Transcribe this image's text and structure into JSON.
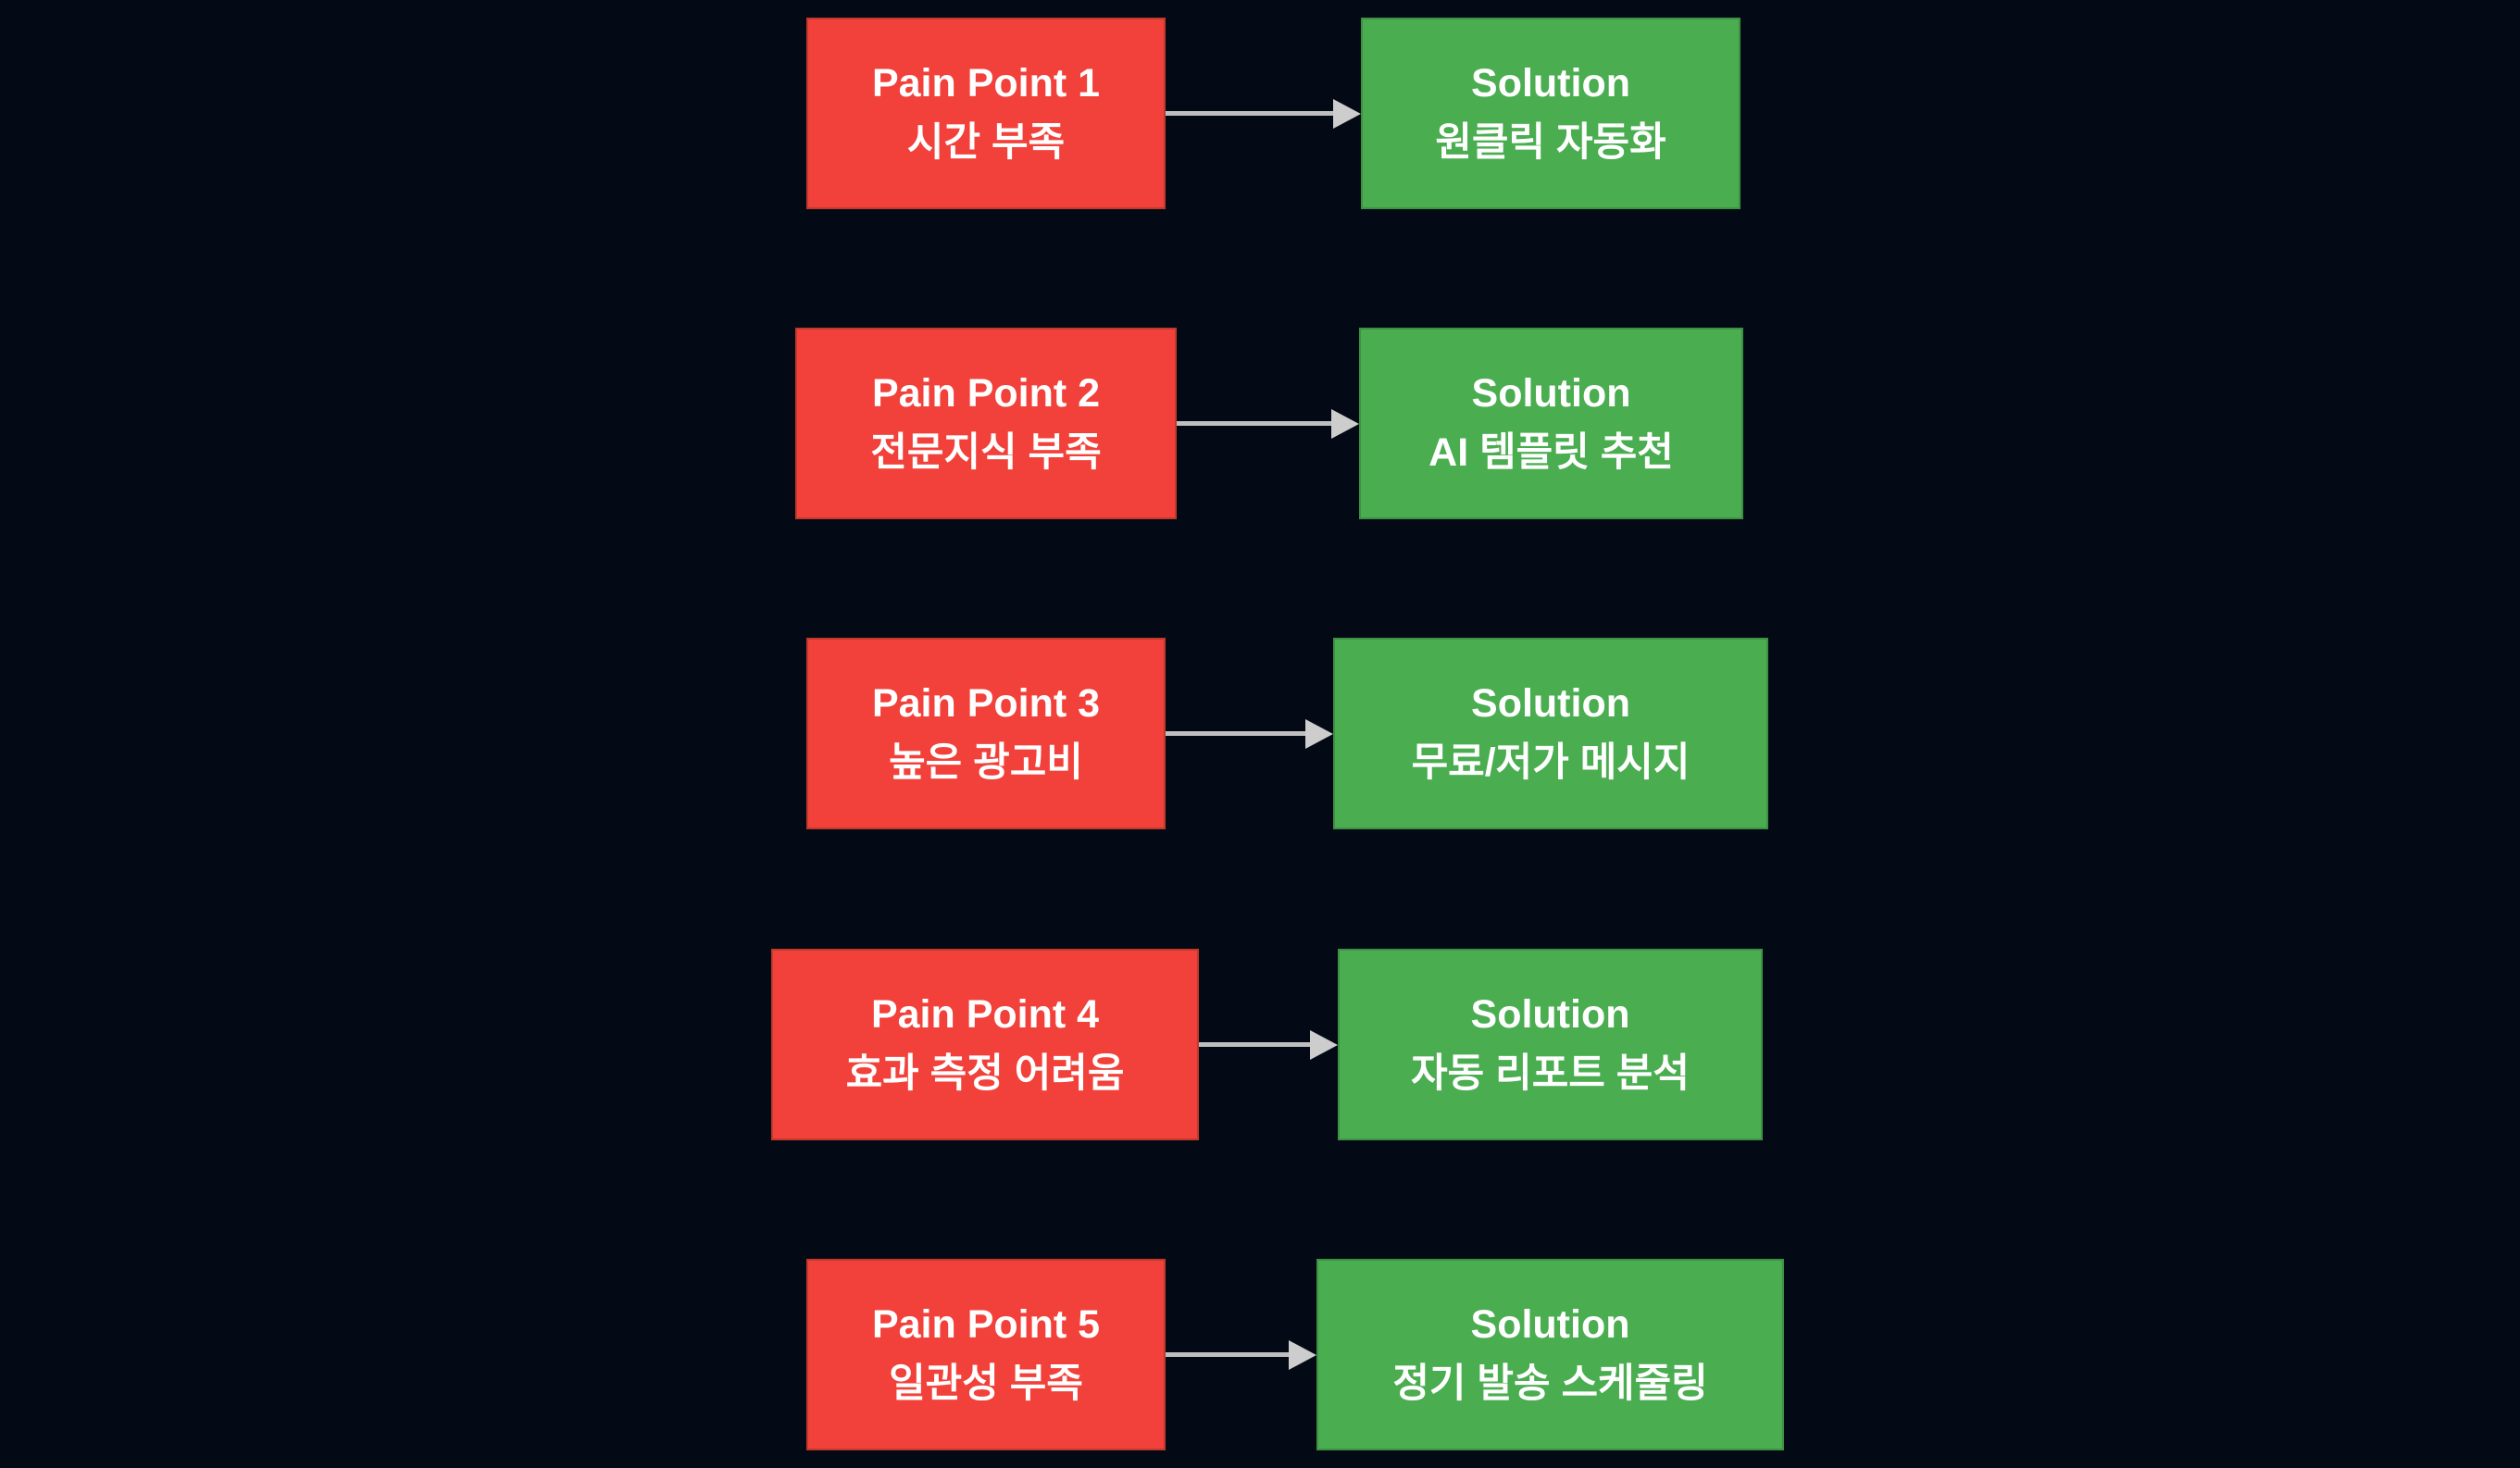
{
  "diagram": {
    "type": "flowchart",
    "theme": "dark",
    "colors": {
      "background": "#040a15",
      "pain_fill": "#f1413a",
      "pain_border": "#c0392b",
      "solution_fill": "#4aad50",
      "solution_border": "#3e9044",
      "arrow": "#bfbfbf",
      "text": "#ffffff"
    },
    "rows": [
      {
        "pain": {
          "title": "Pain Point 1",
          "subtitle": "시간 부족"
        },
        "solution": {
          "title": "Solution",
          "subtitle": "원클릭 자동화"
        }
      },
      {
        "pain": {
          "title": "Pain Point 2",
          "subtitle": "전문지식 부족"
        },
        "solution": {
          "title": "Solution",
          "subtitle": "AI 템플릿 추천"
        }
      },
      {
        "pain": {
          "title": "Pain Point 3",
          "subtitle": "높은 광고비"
        },
        "solution": {
          "title": "Solution",
          "subtitle": "무료/저가 메시지"
        }
      },
      {
        "pain": {
          "title": "Pain Point 4",
          "subtitle": "효과 측정 어려움"
        },
        "solution": {
          "title": "Solution",
          "subtitle": "자동 리포트 분석"
        }
      },
      {
        "pain": {
          "title": "Pain Point 5",
          "subtitle": "일관성 부족"
        },
        "solution": {
          "title": "Solution",
          "subtitle": "정기 발송 스케줄링"
        }
      }
    ]
  }
}
